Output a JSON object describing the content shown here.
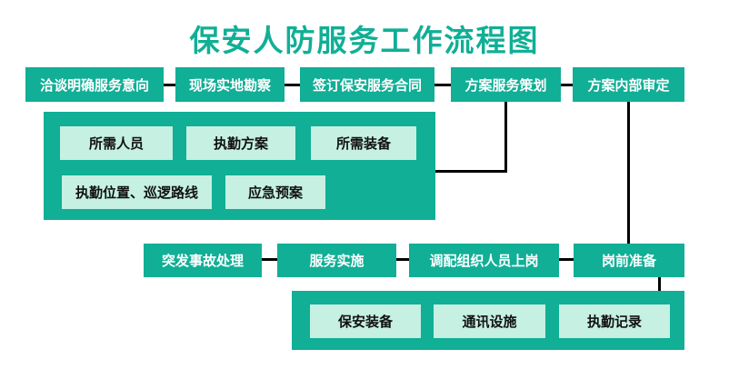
{
  "title": "保安人防服务工作流程图",
  "colors": {
    "accent": "#10AF96",
    "light": "#C5F0E2",
    "line": "#000000",
    "text_on_dark": "#FFFFFF",
    "text_on_light": "#111111",
    "background": "#FFFFFF"
  },
  "flow": {
    "main_steps": [
      "洽谈明确服务意向",
      "现场实地勘察",
      "签订保安服务合同",
      "方案服务策划",
      "方案内部审定"
    ],
    "planning_group": {
      "row1": [
        "所需人员",
        "执勤方案",
        "所需装备"
      ],
      "row2": [
        "执勤位置、巡逻路线",
        "应急预案"
      ]
    },
    "implementation_steps": [
      "突发事故处理",
      "服务实施",
      "调配组织人员上岗",
      "岗前准备"
    ],
    "preparation_group": [
      "保安装备",
      "通讯设施",
      "执勤记录"
    ]
  }
}
